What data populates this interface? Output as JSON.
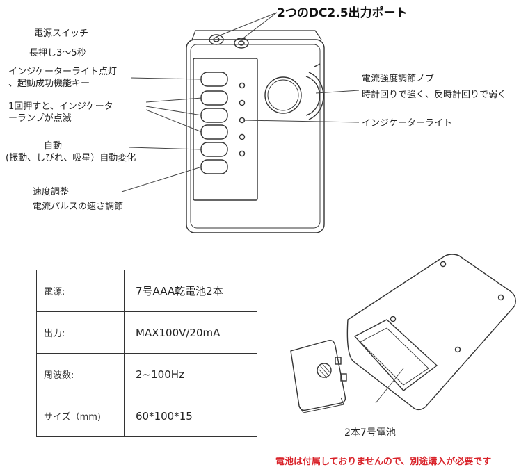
{
  "title": "2つのDC2.5出力ポート",
  "labels": {
    "power_switch": "電源スイッチ",
    "long_press": "長押し3～5秒",
    "indicator_key_1": "インジケーターライト点灯",
    "indicator_key_2": "、起動成功機能キー",
    "press_once_1": "1回押すと、インジケータ",
    "press_once_2": "ーランプが点滅",
    "auto_1": "自動",
    "auto_2": "(振動、しびれ、吸星）自動変化",
    "speed_1": "速度調整",
    "speed_2": "電流パルスの速さ調節",
    "knob_1": "電流強度調節ノブ",
    "knob_2": "時計回りで強く、反時計回りで弱く",
    "indicator_light": "インジケーターライト"
  },
  "specs": [
    {
      "key": "電源:",
      "value": "7号AAA乾電池2本"
    },
    {
      "key": "出力:",
      "value": "MAX100V/20mA"
    },
    {
      "key": "周波数:",
      "value": "2~100Hz"
    },
    {
      "key": "サイズ（mm)",
      "value": "60*100*15"
    }
  ],
  "battery_label": "2本7号電池",
  "note": "電池は付属しておりませんので、別途購入が必要です"
}
